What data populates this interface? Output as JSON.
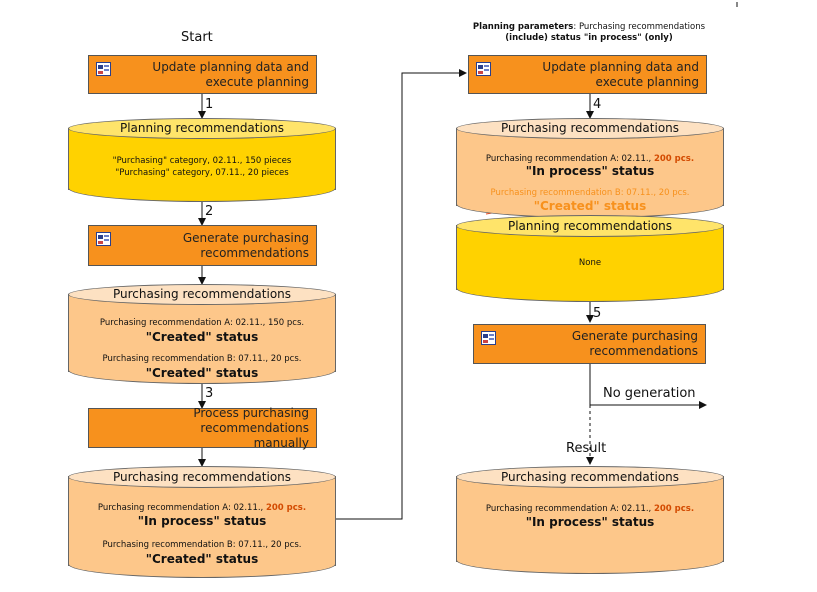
{
  "left_column": {
    "start_label": "Start",
    "box1": "Update planning data and execute planning",
    "step1": "1",
    "cyl1": {
      "title": "Planning recommendations",
      "line1": "\"Purchasing\" category, 02.11., 150 pieces",
      "line2": "\"Purchasing\" category, 07.11., 20 pieces"
    },
    "step2": "2",
    "box2": "Generate purchasing recommendations",
    "cyl2": {
      "title": "Purchasing recommendations",
      "rec_a": "Purchasing recommendation A: 02.11., 150 pcs.",
      "status_a": "\"Created\" status",
      "rec_b": "Purchasing recommendation B: 07.11., 20 pcs.",
      "status_b": "\"Created\" status"
    },
    "step3": "3",
    "box3": "Process purchasing recommendations manually",
    "cyl3": {
      "title": "Purchasing recommendations",
      "rec_a_prefix": "Purchasing recommendation A: 02.11.,",
      "rec_a_qty": "200 pcs.",
      "status_a": "\"In process\" status",
      "rec_b": "Purchasing recommendation B: 07.11., 20 pcs.",
      "status_b": "\"Created\" status"
    }
  },
  "right_column": {
    "params_bold": "Planning parameters",
    "params_rest": ": Purchasing recommendations",
    "params_line2": "(include) status \"in process\" (only)",
    "box4": "Update planning data and execute planning",
    "step4": "4",
    "cyl4": {
      "title": "Purchasing recommendations",
      "rec_a_prefix": "Purchasing recommendation A: 02.11.,",
      "rec_a_qty": "200 pcs.",
      "status_a": "\"In process\" status",
      "rec_b_struck": "Purchasing recommendation B: 07.11., 20 pcs.",
      "status_b_struck": "\"Created\" status"
    },
    "cyl5": {
      "title": "Planning recommendations",
      "content": "None"
    },
    "step5": "5",
    "box5": "Generate purchasing recommendations",
    "no_generation": "No generation",
    "result_label": "Result",
    "cyl6": {
      "title": "Purchasing recommendations",
      "rec_a_prefix": "Purchasing recommendation A: 02.11.,",
      "rec_a_qty": "200 pcs.",
      "status_a": "\"In process\" status"
    }
  },
  "colors": {
    "process_box": "#f7911d",
    "planning_cylinder": "#ffd200",
    "purchasing_cylinder": "#fdc78a",
    "highlight_text": "#d34a00"
  },
  "icons": [
    "process-icon"
  ]
}
